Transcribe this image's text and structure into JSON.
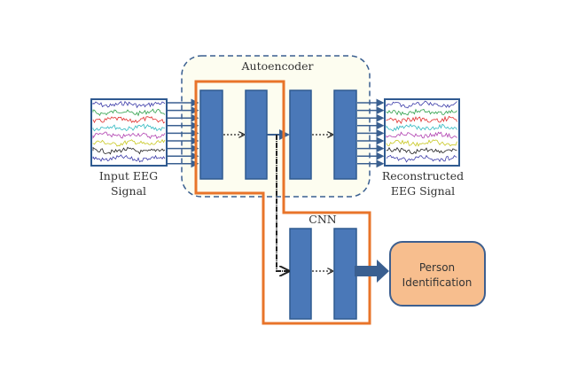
{
  "diagram": {
    "input_label": [
      "Input EEG",
      "Signal"
    ],
    "output_label": [
      "Reconstructed",
      "EEG Signal"
    ],
    "autoencoder_label": "Autoencoder",
    "cnn_label": "CNN",
    "result_label": [
      "Person",
      "Identification"
    ],
    "eeg_channel_colors": [
      "#3a3aa8",
      "#2fa04a",
      "#e03030",
      "#30b8c0",
      "#b040b0",
      "#c8c820",
      "#202020",
      "#3a3aa8"
    ],
    "colors": {
      "block": "#4a78b8",
      "block_stroke": "#2f5a90",
      "orange_path": "#e8742a",
      "autoencoder_bg": "#fdfdf0",
      "dashed_border": "#3a5f90",
      "result_fill": "#f7be8e",
      "result_stroke": "#3d5f8f"
    }
  }
}
